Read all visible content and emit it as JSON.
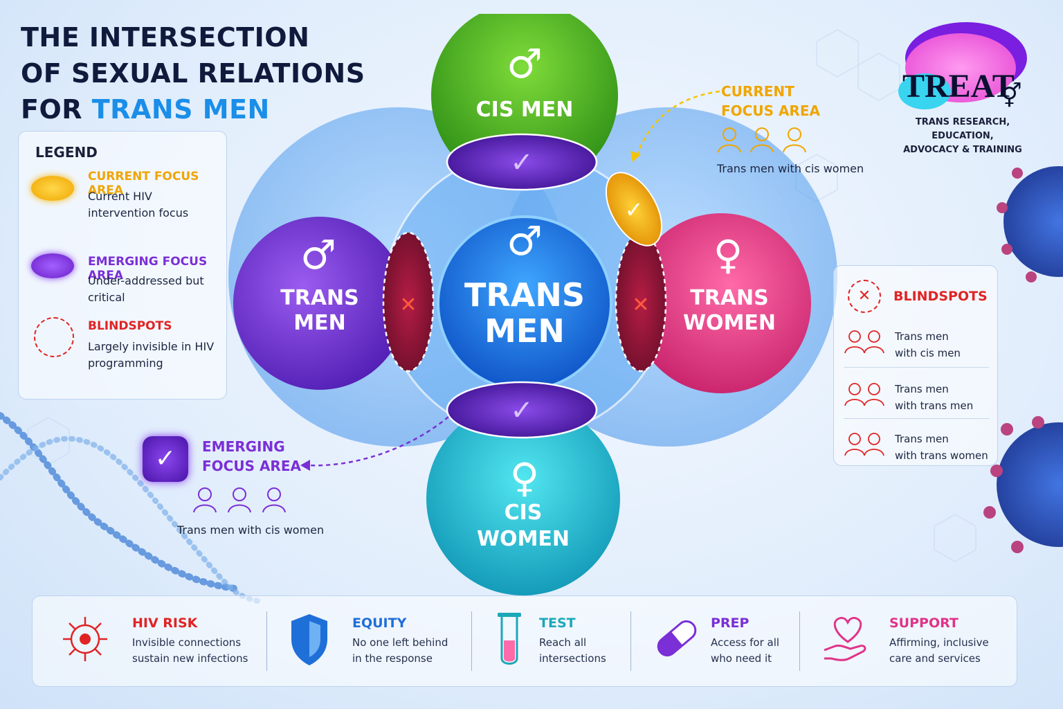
{
  "title": {
    "line1": "THE INTERSECTION",
    "line2": "OF SEXUAL RELATIONS",
    "line3_prefix": "FOR ",
    "line3_accent": "TRANS MEN"
  },
  "legend": {
    "heading": "LEGEND",
    "items": [
      {
        "title": "CURRENT FOCUS AREA",
        "desc": "Current HIV intervention focus",
        "color": "#f0a500"
      },
      {
        "title": "EMERGING FOCUS AREA",
        "desc": "Under-addressed but critical",
        "color": "#7b2fd6"
      },
      {
        "title": "BLINDSPOTS",
        "desc": "Largely invisible in HIV programming",
        "color": "#e02424"
      }
    ]
  },
  "diagram": {
    "center": {
      "line1": "TRANS",
      "line2": "MEN",
      "symbol": "♂"
    },
    "top": {
      "label": "CIS MEN",
      "symbol": "♂"
    },
    "left": {
      "line1": "TRANS",
      "line2": "MEN",
      "symbol": "♂"
    },
    "right": {
      "line1": "TRANS",
      "line2": "WOMEN",
      "symbol": "♀"
    },
    "bottom": {
      "line1": "CIS",
      "line2": "WOMEN",
      "symbol": "♀"
    },
    "check_mark": "✓",
    "x_mark": "✕"
  },
  "current_callout": {
    "title_line1": "CURRENT",
    "title_line2": "FOCUS AREA",
    "sub": "Trans men with cis women"
  },
  "emerging_callout": {
    "title_line1": "EMERGING",
    "title_line2": "FOCUS AREA",
    "sub": "Trans men with cis women"
  },
  "logo": {
    "name": "TREAT",
    "sub_line1": "TRANS RESEARCH, EDUCATION,",
    "sub_line2": "ADVOCACY & TRAINING"
  },
  "blindspots": {
    "heading": "BLINDSPOTS",
    "rows": [
      {
        "line1": "Trans men",
        "line2": "with cis men"
      },
      {
        "line1": "Trans men",
        "line2": "with trans men"
      },
      {
        "line1": "Trans men",
        "line2": "with trans women"
      }
    ]
  },
  "footer": [
    {
      "title": "HIV RISK",
      "line1": "Invisible connections",
      "line2": "sustain new infections",
      "color": "#e02424",
      "icon": "virus-icon"
    },
    {
      "title": "EQUITY",
      "line1": "No one left behind",
      "line2": "in the response",
      "color": "#1f6fd8",
      "icon": "shield-icon"
    },
    {
      "title": "TEST",
      "line1": "Reach all",
      "line2": "intersections",
      "color": "#1ba8b8",
      "icon": "test-tube-icon"
    },
    {
      "title": "PREP",
      "line1": "Access for all",
      "line2": "who need it",
      "color": "#7b2fd6",
      "icon": "pill-icon"
    },
    {
      "title": "SUPPORT",
      "line1": "Affirming, inclusive",
      "line2": "care and services",
      "color": "#e0338a",
      "icon": "heart-hand-icon"
    }
  ]
}
